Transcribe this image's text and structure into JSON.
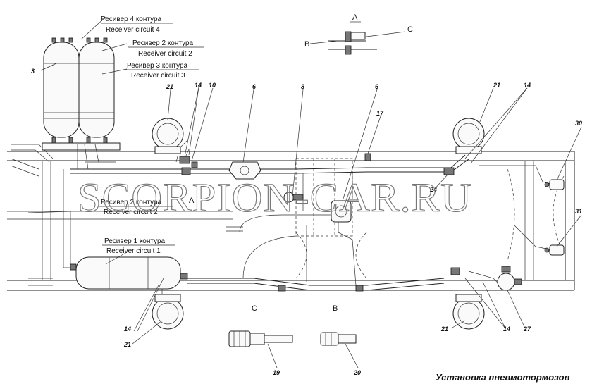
{
  "labels": {
    "receiver4_ru": "Ресивер 4 контура",
    "receiver4_en": "Receiver circuit 4",
    "receiver2_ru": "Ресивер 2 контура",
    "receiver2_en": "Receiver circuit 2",
    "receiver3_ru": "Ресивер 3 контура",
    "receiver3_en": "Receiver circuit 3",
    "receiver2b_ru": "Ресивер 2 контура",
    "receiver2b_en": "Receiver circuit 2",
    "receiver1_ru": "Ресивер 1 контура",
    "receiver1_en": "Receiver circuit 1"
  },
  "sections": {
    "a_top": "A",
    "a_mid": "A",
    "b_top": "B",
    "c_top": "C",
    "b_bottom": "B",
    "c_bottom": "C"
  },
  "callouts": {
    "n3": "3",
    "n21_tl": "21",
    "n14_tl": "14",
    "n10": "10",
    "n6_left": "6",
    "n8": "8",
    "n6_right": "6",
    "n17": "17",
    "n21_tr": "21",
    "n14_tr": "14",
    "n30": "30",
    "n24": "24",
    "n31": "31",
    "n14_bl": "14",
    "n21_bl": "21",
    "n19": "19",
    "n20": "20",
    "n21_br": "21",
    "n14_br": "14",
    "n27": "27"
  },
  "watermark": "SCORPION-CAR.RU",
  "caption": "Установка пневмотормозов"
}
